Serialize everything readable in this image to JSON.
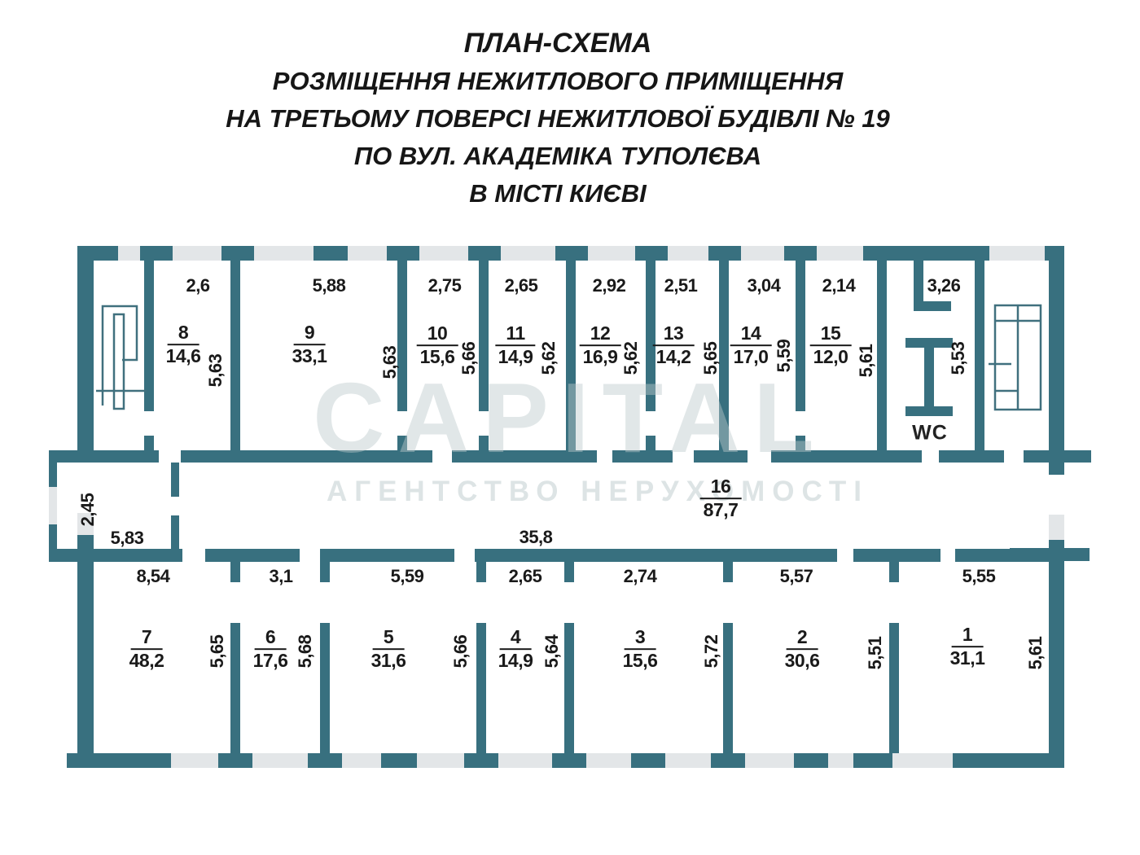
{
  "colors": {
    "wall": "#38707f",
    "window": "#e3e6e8",
    "text": "#1a1a1a",
    "background": "#ffffff"
  },
  "title": {
    "line1": "ПЛАН-СХЕМА",
    "line2": "РОЗМІЩЕННЯ НЕЖИТЛОВОГО ПРИМІЩЕННЯ",
    "line3": "НА ТРЕТЬОМУ ПОВЕРСІ НЕЖИТЛОВОЇ БУДІВЛІ № 19",
    "line4": "ПО ВУЛ. АКАДЕМІКА ТУПОЛЄВА",
    "line5": "В МІСТІ КИЄВІ"
  },
  "watermark": {
    "brand": "CAPITAL",
    "tagline": "АГЕНТСТВО НЕРУХОМОСТІ"
  },
  "rooms_top": [
    {
      "number": "8",
      "area": "14,6",
      "width_dim": "2,6",
      "height_dim": "5,63"
    },
    {
      "number": "9",
      "area": "33,1",
      "width_dim": "5,88",
      "height_dim": "5,63"
    },
    {
      "number": "10",
      "area": "15,6",
      "width_dim": "2,75",
      "height_dim": "5,66"
    },
    {
      "number": "11",
      "area": "14,9",
      "width_dim": "2,65",
      "height_dim": "5,62"
    },
    {
      "number": "12",
      "area": "16,9",
      "width_dim": "2,92",
      "height_dim": "5,62"
    },
    {
      "number": "13",
      "area": "14,2",
      "width_dim": "2,51",
      "height_dim": "5,65"
    },
    {
      "number": "14",
      "area": "17,0",
      "width_dim": "3,04",
      "height_dim": "5,59"
    },
    {
      "number": "15",
      "area": "12,0",
      "width_dim": "2,14",
      "height_dim": "5,61"
    }
  ],
  "wc": {
    "label": "WC",
    "width_dim": "3,26",
    "height_dim": "5,53"
  },
  "corridor": {
    "number": "16",
    "area": "87,7",
    "length_dim": "35,8",
    "left_width_dim": "5,83",
    "left_opening_dim": "2,45"
  },
  "rooms_bottom": [
    {
      "number": "7",
      "area": "48,2",
      "width_dim": "8,54",
      "height_dim": "5,65"
    },
    {
      "number": "6",
      "area": "17,6",
      "width_dim": "3,1",
      "height_dim": "5,68"
    },
    {
      "number": "5",
      "area": "31,6",
      "width_dim": "5,59",
      "height_dim": "5,66"
    },
    {
      "number": "4",
      "area": "14,9",
      "width_dim": "2,65",
      "height_dim": "5,64"
    },
    {
      "number": "3",
      "area": "15,6",
      "width_dim": "2,74",
      "height_dim": "5,72"
    },
    {
      "number": "2",
      "area": "30,6",
      "width_dim": "5,57",
      "height_dim": "5,51"
    },
    {
      "number": "1",
      "area": "31,1",
      "width_dim": "5,55",
      "height_dim": "5,61"
    }
  ]
}
